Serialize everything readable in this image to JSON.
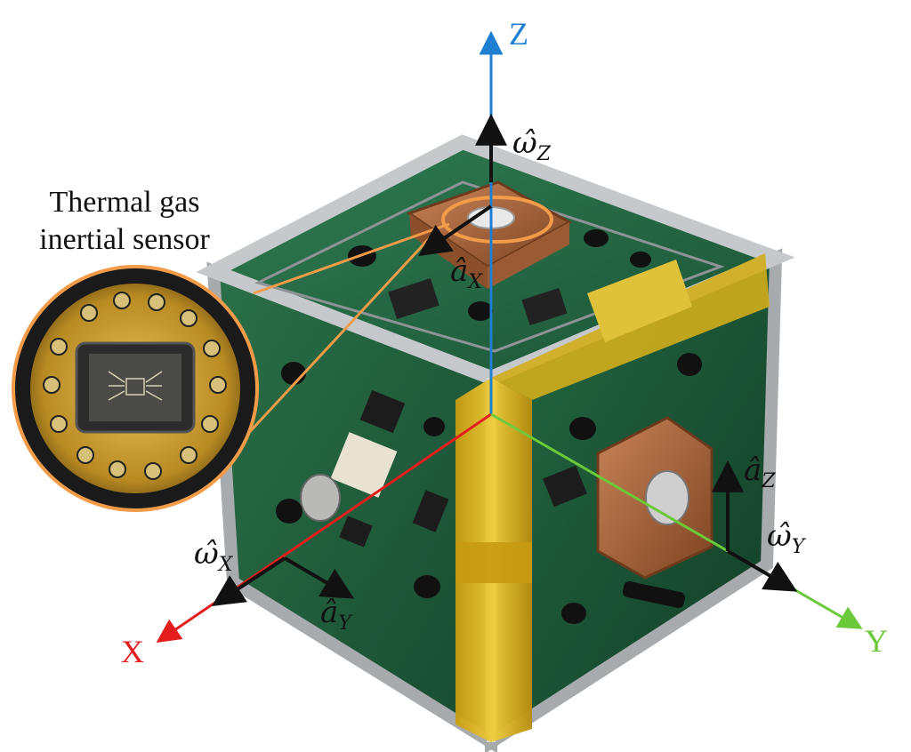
{
  "callout": {
    "line1": "Thermal gas",
    "line2": "inertial sensor"
  },
  "axes": {
    "x": {
      "label": "X",
      "color": "#e41e1e"
    },
    "y": {
      "label": "Y",
      "color": "#6cc93a"
    },
    "z": {
      "label": "Z",
      "color": "#1f7fd1"
    }
  },
  "vectors": {
    "omega_z": {
      "symbol": "ω̂",
      "sub": "Z"
    },
    "a_x": {
      "symbol": "â",
      "sub": "X"
    },
    "omega_x": {
      "symbol": "ω̂",
      "sub": "X"
    },
    "a_y": {
      "symbol": "â",
      "sub": "Y"
    },
    "a_z": {
      "symbol": "â",
      "sub": "Z"
    },
    "omega_y": {
      "symbol": "ω̂",
      "sub": "Y"
    }
  },
  "colors": {
    "callout_ring": "#f29c4a",
    "vector": "#111111",
    "pcb": "#1f5e3c",
    "frame": "#c9ccce",
    "kapton": "#d8b21c",
    "copper": "#b06a3b"
  }
}
